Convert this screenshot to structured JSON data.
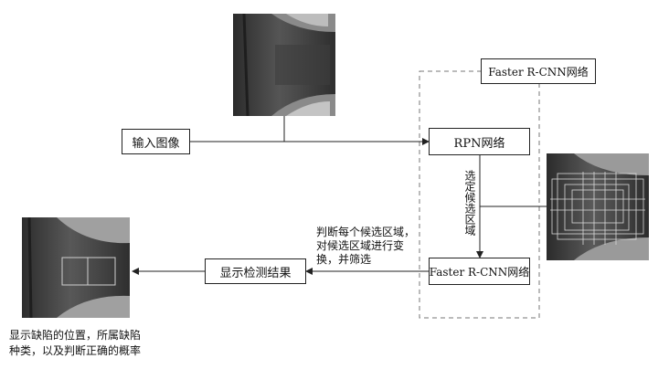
{
  "nodes": {
    "input_image": "输入图像",
    "rpn": "RPN网络",
    "faster_rcnn_top": "Faster R-CNN网络",
    "faster_rcnn_inner": "Faster R-CNN网络",
    "display_result": "显示检测结果"
  },
  "annotations": {
    "select_candidates": "选定候选区域",
    "judge_line1": "判断每个候选区域，",
    "judge_line2": "对候选区域进行变",
    "judge_line3": "换，并筛选",
    "output_line1": "显示缺陷的位置，所属缺陷",
    "output_line2": "种类，以及判断正确的概率"
  },
  "colors": {
    "line": "#222222",
    "dashed": "#777777",
    "image_dark": "#3a3a3a",
    "image_light": "#bdbdbd"
  }
}
